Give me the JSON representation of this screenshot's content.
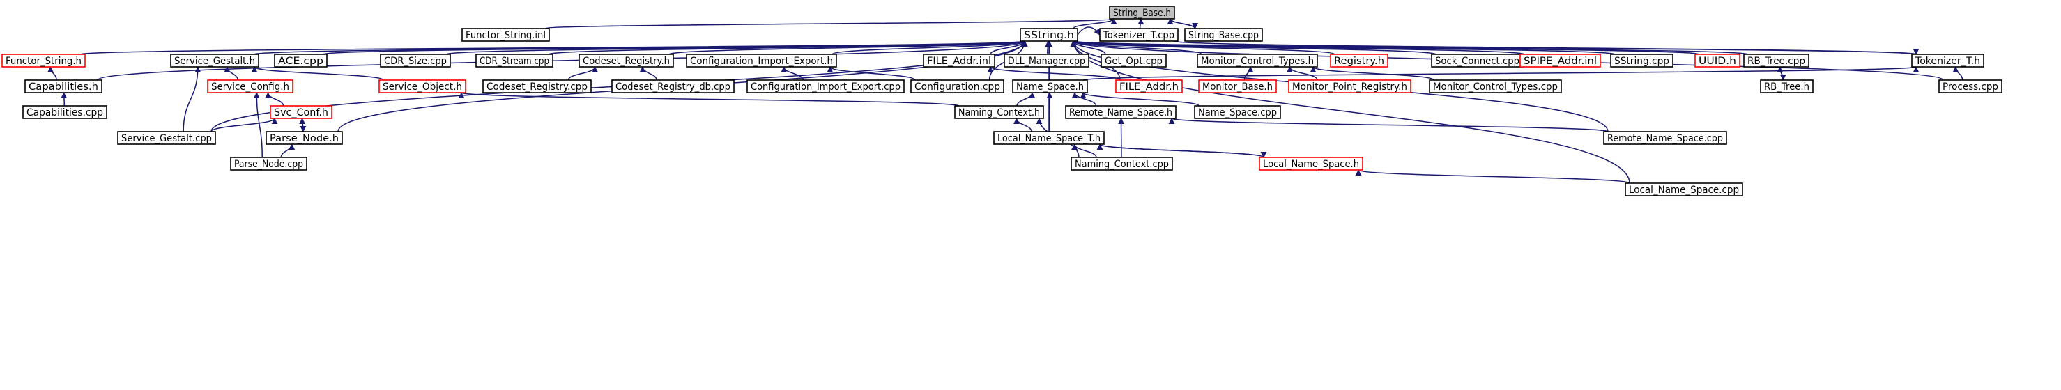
{
  "colors": {
    "edge": "#191970",
    "node_border": "#000000",
    "node_border_missing": "#ff0000",
    "root_fill": "#c0c0c0",
    "node_fill": "#ffffff",
    "text": "#000000"
  },
  "nodes": [
    {
      "id": "string_base_h",
      "label": "String_Base.h",
      "kind": "root"
    },
    {
      "id": "functor_string_inl",
      "label": "Functor_String.inl",
      "kind": "normal"
    },
    {
      "id": "sstring_h",
      "label": "SString.h",
      "kind": "normal"
    },
    {
      "id": "tokenizer_t_cpp",
      "label": "Tokenizer_T.cpp",
      "kind": "normal"
    },
    {
      "id": "string_base_cpp",
      "label": "String_Base.cpp",
      "kind": "normal"
    },
    {
      "id": "functor_string_h",
      "label": "Functor_String.h",
      "kind": "missing"
    },
    {
      "id": "service_gestalt_h",
      "label": "Service_Gestalt.h",
      "kind": "normal"
    },
    {
      "id": "ace_cpp",
      "label": "ACE.cpp",
      "kind": "normal"
    },
    {
      "id": "cdr_size_cpp",
      "label": "CDR_Size.cpp",
      "kind": "normal"
    },
    {
      "id": "cdr_stream_cpp",
      "label": "CDR_Stream.cpp",
      "kind": "normal"
    },
    {
      "id": "codeset_registry_h",
      "label": "Codeset_Registry.h",
      "kind": "normal"
    },
    {
      "id": "config_import_export_h",
      "label": "Configuration_Import_Export.h",
      "kind": "normal"
    },
    {
      "id": "file_addr_inl",
      "label": "FILE_Addr.inl",
      "kind": "normal"
    },
    {
      "id": "dll_manager_cpp",
      "label": "DLL_Manager.cpp",
      "kind": "normal"
    },
    {
      "id": "get_opt_cpp",
      "label": "Get_Opt.cpp",
      "kind": "normal"
    },
    {
      "id": "monitor_control_types_h",
      "label": "Monitor_Control_Types.h",
      "kind": "normal"
    },
    {
      "id": "registry_h",
      "label": "Registry.h",
      "kind": "missing"
    },
    {
      "id": "sock_connect_cpp",
      "label": "Sock_Connect.cpp",
      "kind": "normal"
    },
    {
      "id": "spipe_addr_inl",
      "label": "SPIPE_Addr.inl",
      "kind": "missing"
    },
    {
      "id": "sstring_cpp",
      "label": "SString.cpp",
      "kind": "normal"
    },
    {
      "id": "uuid_h",
      "label": "UUID.h",
      "kind": "missing"
    },
    {
      "id": "rb_tree_cpp",
      "label": "RB_Tree.cpp",
      "kind": "normal"
    },
    {
      "id": "tokenizer_t_h",
      "label": "Tokenizer_T.h",
      "kind": "normal"
    },
    {
      "id": "capabilities_h",
      "label": "Capabilities.h",
      "kind": "normal"
    },
    {
      "id": "service_config_h",
      "label": "Service_Config.h",
      "kind": "missing"
    },
    {
      "id": "service_object_h",
      "label": "Service_Object.h",
      "kind": "missing"
    },
    {
      "id": "codeset_registry_cpp",
      "label": "Codeset_Registry.cpp",
      "kind": "normal"
    },
    {
      "id": "codeset_registry_db_cpp",
      "label": "Codeset_Registry_db.cpp",
      "kind": "normal"
    },
    {
      "id": "config_import_export_cpp",
      "label": "Configuration_Import_Export.cpp",
      "kind": "normal"
    },
    {
      "id": "configuration_cpp",
      "label": "Configuration.cpp",
      "kind": "normal"
    },
    {
      "id": "name_space_h",
      "label": "Name_Space.h",
      "kind": "normal"
    },
    {
      "id": "file_addr_h",
      "label": "FILE_Addr.h",
      "kind": "missing"
    },
    {
      "id": "monitor_base_h",
      "label": "Monitor_Base.h",
      "kind": "missing"
    },
    {
      "id": "monitor_point_registry_h",
      "label": "Monitor_Point_Registry.h",
      "kind": "missing"
    },
    {
      "id": "monitor_control_types_cpp",
      "label": "Monitor_Control_Types.cpp",
      "kind": "normal"
    },
    {
      "id": "rb_tree_h",
      "label": "RB_Tree.h",
      "kind": "normal"
    },
    {
      "id": "process_cpp",
      "label": "Process.cpp",
      "kind": "normal"
    },
    {
      "id": "capabilities_cpp",
      "label": "Capabilities.cpp",
      "kind": "normal"
    },
    {
      "id": "svc_conf_h",
      "label": "Svc_Conf.h",
      "kind": "missing"
    },
    {
      "id": "naming_context_h",
      "label": "Naming_Context.h",
      "kind": "normal"
    },
    {
      "id": "remote_name_space_h",
      "label": "Remote_Name_Space.h",
      "kind": "normal"
    },
    {
      "id": "name_space_cpp",
      "label": "Name_Space.cpp",
      "kind": "normal"
    },
    {
      "id": "service_gestalt_cpp",
      "label": "Service_Gestalt.cpp",
      "kind": "normal"
    },
    {
      "id": "parse_node_h",
      "label": "Parse_Node.h",
      "kind": "normal"
    },
    {
      "id": "local_name_space_t_h",
      "label": "Local_Name_Space_T.h",
      "kind": "normal"
    },
    {
      "id": "remote_name_space_cpp",
      "label": "Remote_Name_Space.cpp",
      "kind": "normal"
    },
    {
      "id": "parse_node_cpp",
      "label": "Parse_Node.cpp",
      "kind": "normal"
    },
    {
      "id": "naming_context_cpp",
      "label": "Naming_Context.cpp",
      "kind": "normal"
    },
    {
      "id": "local_name_space_h",
      "label": "Local_Name_Space.h",
      "kind": "missing"
    },
    {
      "id": "local_name_space_cpp",
      "label": "Local_Name_Space.cpp",
      "kind": "normal"
    }
  ],
  "edges": [
    [
      "functor_string_inl",
      "string_base_h"
    ],
    [
      "sstring_h",
      "string_base_h"
    ],
    [
      "tokenizer_t_cpp",
      "string_base_h"
    ],
    [
      "string_base_cpp",
      "string_base_h"
    ],
    [
      "string_base_h",
      "string_base_cpp"
    ],
    [
      "functor_string_h",
      "sstring_h"
    ],
    [
      "service_gestalt_h",
      "sstring_h"
    ],
    [
      "ace_cpp",
      "sstring_h"
    ],
    [
      "cdr_size_cpp",
      "sstring_h"
    ],
    [
      "cdr_stream_cpp",
      "sstring_h"
    ],
    [
      "codeset_registry_h",
      "sstring_h"
    ],
    [
      "config_import_export_h",
      "sstring_h"
    ],
    [
      "file_addr_inl",
      "sstring_h"
    ],
    [
      "dll_manager_cpp",
      "sstring_h"
    ],
    [
      "get_opt_cpp",
      "sstring_h"
    ],
    [
      "monitor_control_types_h",
      "sstring_h"
    ],
    [
      "registry_h",
      "sstring_h"
    ],
    [
      "sock_connect_cpp",
      "sstring_h"
    ],
    [
      "spipe_addr_inl",
      "sstring_h"
    ],
    [
      "sstring_cpp",
      "sstring_h"
    ],
    [
      "uuid_h",
      "sstring_h"
    ],
    [
      "rb_tree_cpp",
      "sstring_h"
    ],
    [
      "tokenizer_t_h",
      "sstring_h"
    ],
    [
      "capabilities_h",
      "sstring_h"
    ],
    [
      "configuration_cpp",
      "sstring_h"
    ],
    [
      "name_space_h",
      "sstring_h"
    ],
    [
      "file_addr_h",
      "sstring_h"
    ],
    [
      "process_cpp",
      "sstring_h"
    ],
    [
      "service_gestalt_cpp",
      "sstring_h"
    ],
    [
      "parse_node_h",
      "sstring_h"
    ],
    [
      "local_name_space_t_h",
      "sstring_h"
    ],
    [
      "remote_name_space_cpp",
      "sstring_h"
    ],
    [
      "local_name_space_cpp",
      "sstring_h"
    ],
    [
      "sstring_h",
      "tokenizer_t_cpp"
    ],
    [
      "tokenizer_t_cpp",
      "tokenizer_t_h"
    ],
    [
      "capabilities_h",
      "functor_string_h"
    ],
    [
      "capabilities_cpp",
      "capabilities_h"
    ],
    [
      "service_config_h",
      "service_gestalt_h"
    ],
    [
      "service_object_h",
      "service_gestalt_h"
    ],
    [
      "service_gestalt_cpp",
      "service_gestalt_h"
    ],
    [
      "svc_conf_h",
      "service_config_h"
    ],
    [
      "parse_node_cpp",
      "service_config_h"
    ],
    [
      "parse_node_h",
      "svc_conf_h"
    ],
    [
      "svc_conf_h",
      "parse_node_h"
    ],
    [
      "service_gestalt_cpp",
      "svc_conf_h"
    ],
    [
      "parse_node_cpp",
      "parse_node_h"
    ],
    [
      "codeset_registry_cpp",
      "codeset_registry_h"
    ],
    [
      "codeset_registry_db_cpp",
      "codeset_registry_h"
    ],
    [
      "config_import_export_cpp",
      "config_import_export_h"
    ],
    [
      "configuration_cpp",
      "config_import_export_h"
    ],
    [
      "file_addr_h",
      "file_addr_inl"
    ],
    [
      "monitor_base_h",
      "monitor_control_types_h"
    ],
    [
      "monitor_point_registry_h",
      "monitor_control_types_h"
    ],
    [
      "monitor_control_types_cpp",
      "monitor_control_types_h"
    ],
    [
      "rb_tree_h",
      "rb_tree_cpp"
    ],
    [
      "rb_tree_cpp",
      "rb_tree_h"
    ],
    [
      "process_cpp",
      "tokenizer_t_h"
    ],
    [
      "name_space_h",
      "tokenizer_t_h"
    ],
    [
      "naming_context_h",
      "service_object_h"
    ],
    [
      "naming_context_h",
      "name_space_h"
    ],
    [
      "remote_name_space_h",
      "name_space_h"
    ],
    [
      "name_space_cpp",
      "name_space_h"
    ],
    [
      "local_name_space_t_h",
      "name_space_h"
    ],
    [
      "naming_context_cpp",
      "naming_context_h"
    ],
    [
      "local_name_space_t_h",
      "naming_context_h"
    ],
    [
      "naming_context_cpp",
      "remote_name_space_h"
    ],
    [
      "remote_name_space_cpp",
      "remote_name_space_h"
    ],
    [
      "local_name_space_h",
      "local_name_space_t_h"
    ],
    [
      "local_name_space_t_h",
      "local_name_space_h"
    ],
    [
      "naming_context_cpp",
      "local_name_space_t_h"
    ],
    [
      "local_name_space_cpp",
      "local_name_space_h"
    ]
  ]
}
